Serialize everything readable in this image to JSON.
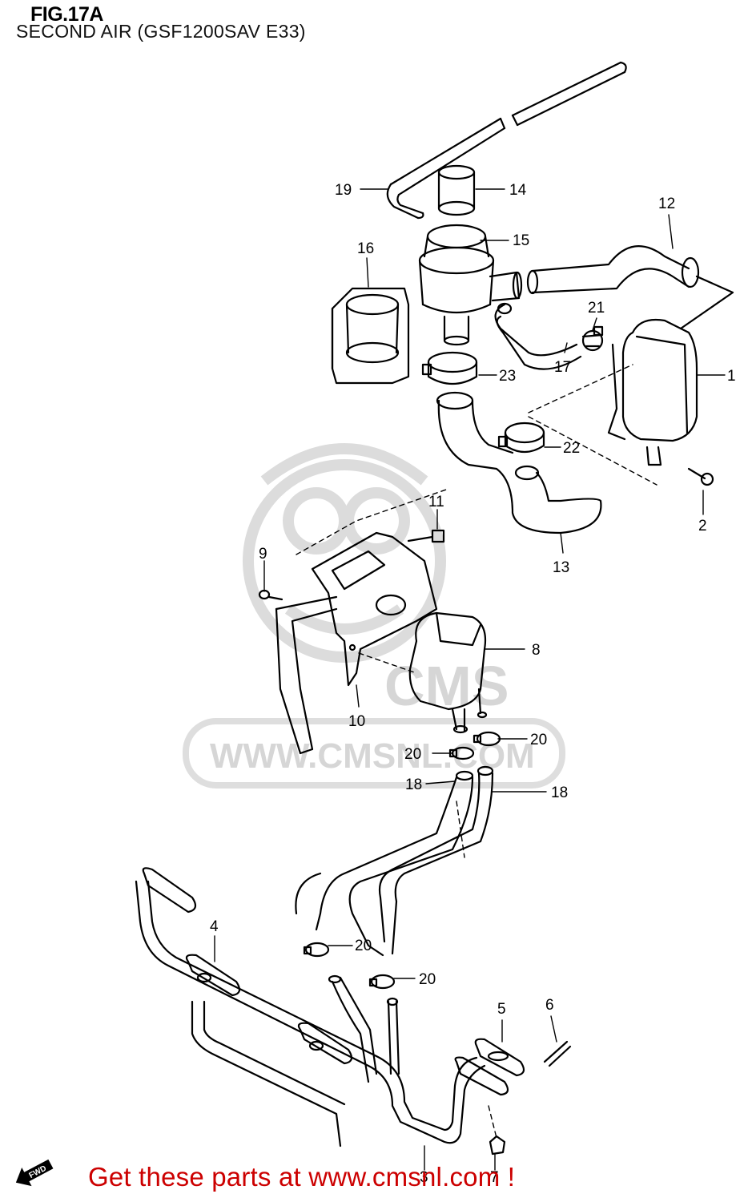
{
  "figure": {
    "title": "FIG.17A",
    "subtitle": "SECOND AIR (GSF1200SAV E33)"
  },
  "watermark": {
    "text": "WWW.CMSNL.COM",
    "logo_text": "CMS"
  },
  "fwd_marker": {
    "label": "FWD",
    "icon": "forward-arrow-icon"
  },
  "callouts": {
    "c1": "1",
    "c2": "2",
    "c3": "3",
    "c4": "4",
    "c5": "5",
    "c6": "6",
    "c7": "7",
    "c8": "8",
    "c9": "9",
    "c10": "10",
    "c11": "11",
    "c12": "12",
    "c13": "13",
    "c14": "14",
    "c15": "15",
    "c16": "16",
    "c17": "17",
    "c18a": "18",
    "c18b": "18",
    "c19": "19",
    "c20a": "20",
    "c20b": "20",
    "c20c": "20",
    "c20d": "20",
    "c21": "21",
    "c22": "22",
    "c23": "23"
  },
  "footer": {
    "text": "Get these parts at www.cmsnl.com !"
  },
  "colors": {
    "line": "#000000",
    "watermark": "#d6d6d6",
    "footer": "#cc0000",
    "background": "#ffffff"
  }
}
